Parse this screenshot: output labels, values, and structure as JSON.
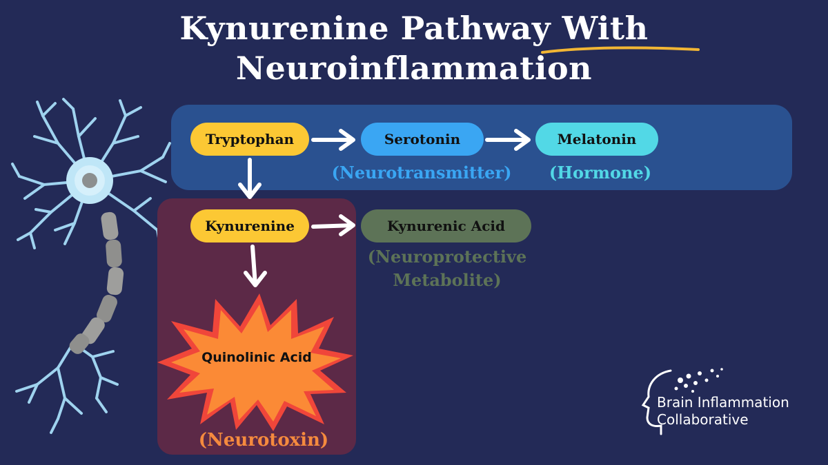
{
  "title": {
    "line1": "Kynurenine Pathway With",
    "line2": "Neuroinflammation"
  },
  "nodes": {
    "tryptophan": "Tryptophan",
    "serotonin": "Serotonin",
    "melatonin": "Melatonin",
    "kynurenine": "Kynurenine",
    "kynurenic_acid": "Kynurenic Acid",
    "quinolinic_acid": "Quinolinic Acid"
  },
  "roles": {
    "serotonin": "(Neurotransmitter)",
    "melatonin": "(Hormone)",
    "kynurenic_acid_line1": "(Neuroprotective",
    "kynurenic_acid_line2": "Metabolite)",
    "quinolinic_acid": "(Neurotoxin)"
  },
  "brand": {
    "line1": "Brain Inflammation",
    "line2": "Collaborative"
  },
  "colors": {
    "background": "#232a57",
    "top_panel": "#2a5190",
    "kynurenine_panel": "#5c2947",
    "tryptophan": "#fcc834",
    "serotonin": "#3aa6f3",
    "melatonin": "#52d8e6",
    "kynurenic_acid": "#5d7357",
    "quinolinic_acid": "#f58a3e",
    "accent_underline": "#f2b634"
  },
  "illustrations": {
    "neuron": "neuron-illustration",
    "starburst": "starburst-icon",
    "brand_logo": "head-dots-icon"
  }
}
